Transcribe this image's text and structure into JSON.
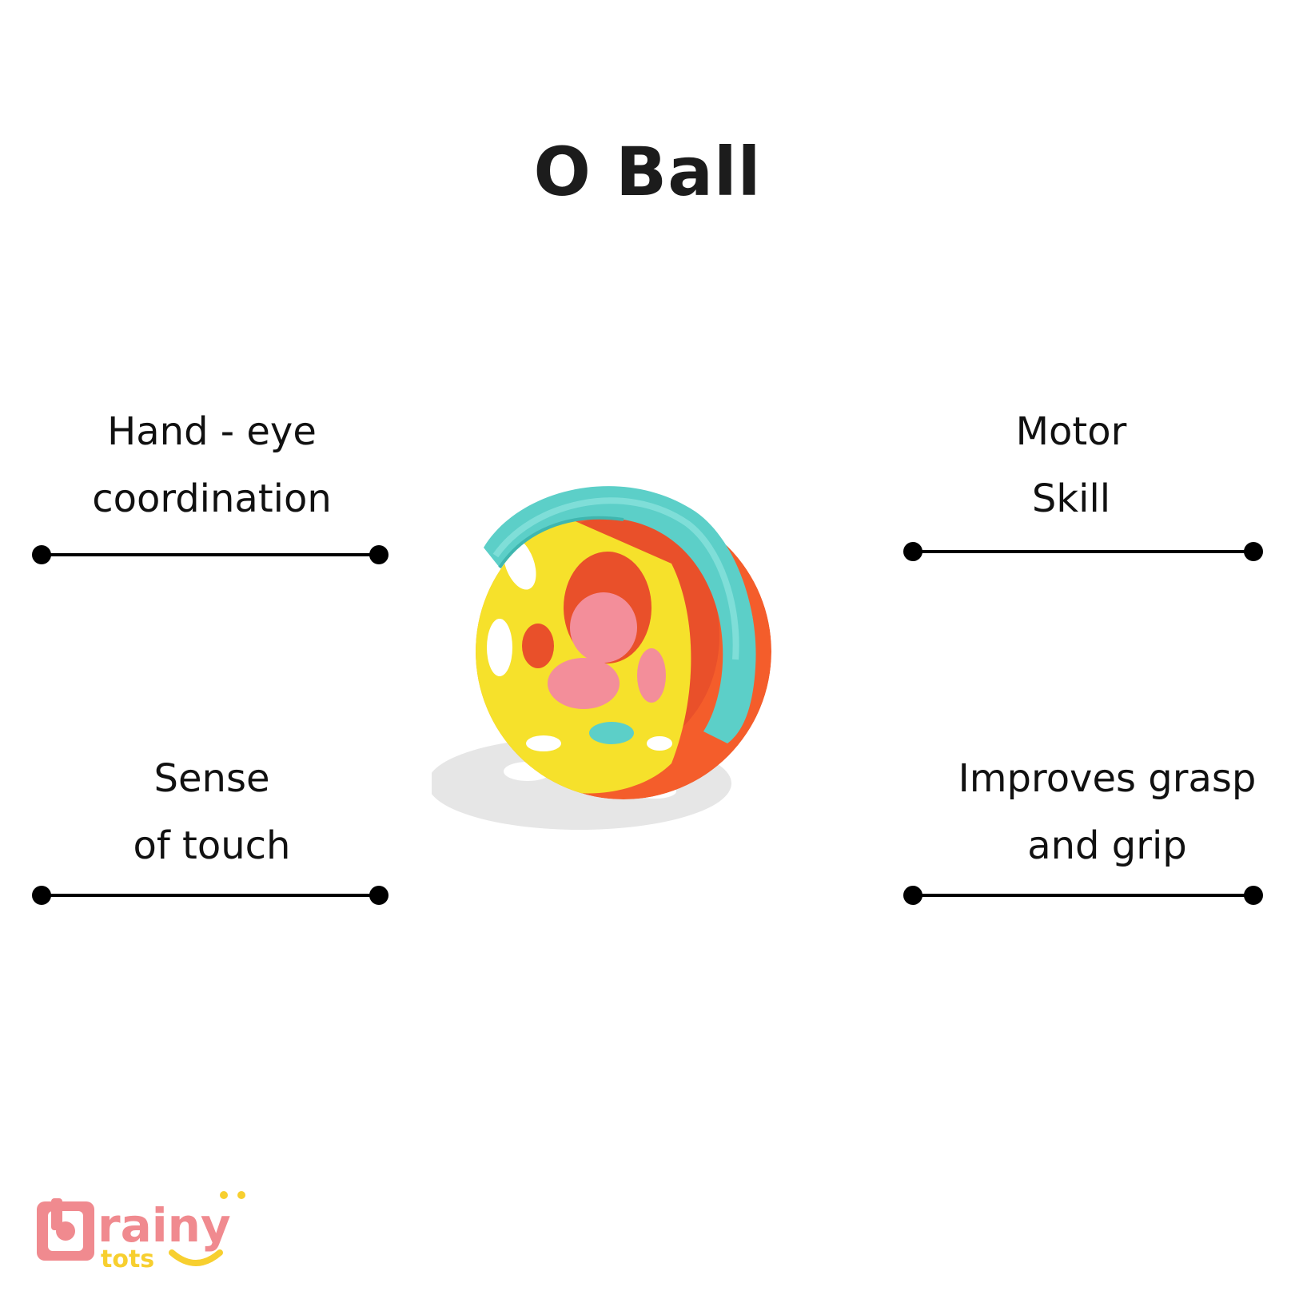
{
  "title": "O Ball",
  "features": {
    "top_left": {
      "line1": "Hand - eye",
      "line2": "coordination"
    },
    "top_right": {
      "line1": "Motor",
      "line2": "Skill"
    },
    "bottom_left": {
      "line1": "Sense",
      "line2": "of touch"
    },
    "bottom_right": {
      "line1": "Improves grasp",
      "line2": "and grip"
    }
  },
  "brand": {
    "name_main": "rainy",
    "name_sub": "tots",
    "colors": {
      "pink": "#f08a8f",
      "yellow": "#f7cf2f"
    }
  },
  "product_colors": {
    "yellow": "#f6e12b",
    "orange": "#f45d2b",
    "teal": "#5ccfc8",
    "pink": "#f38e9a"
  }
}
